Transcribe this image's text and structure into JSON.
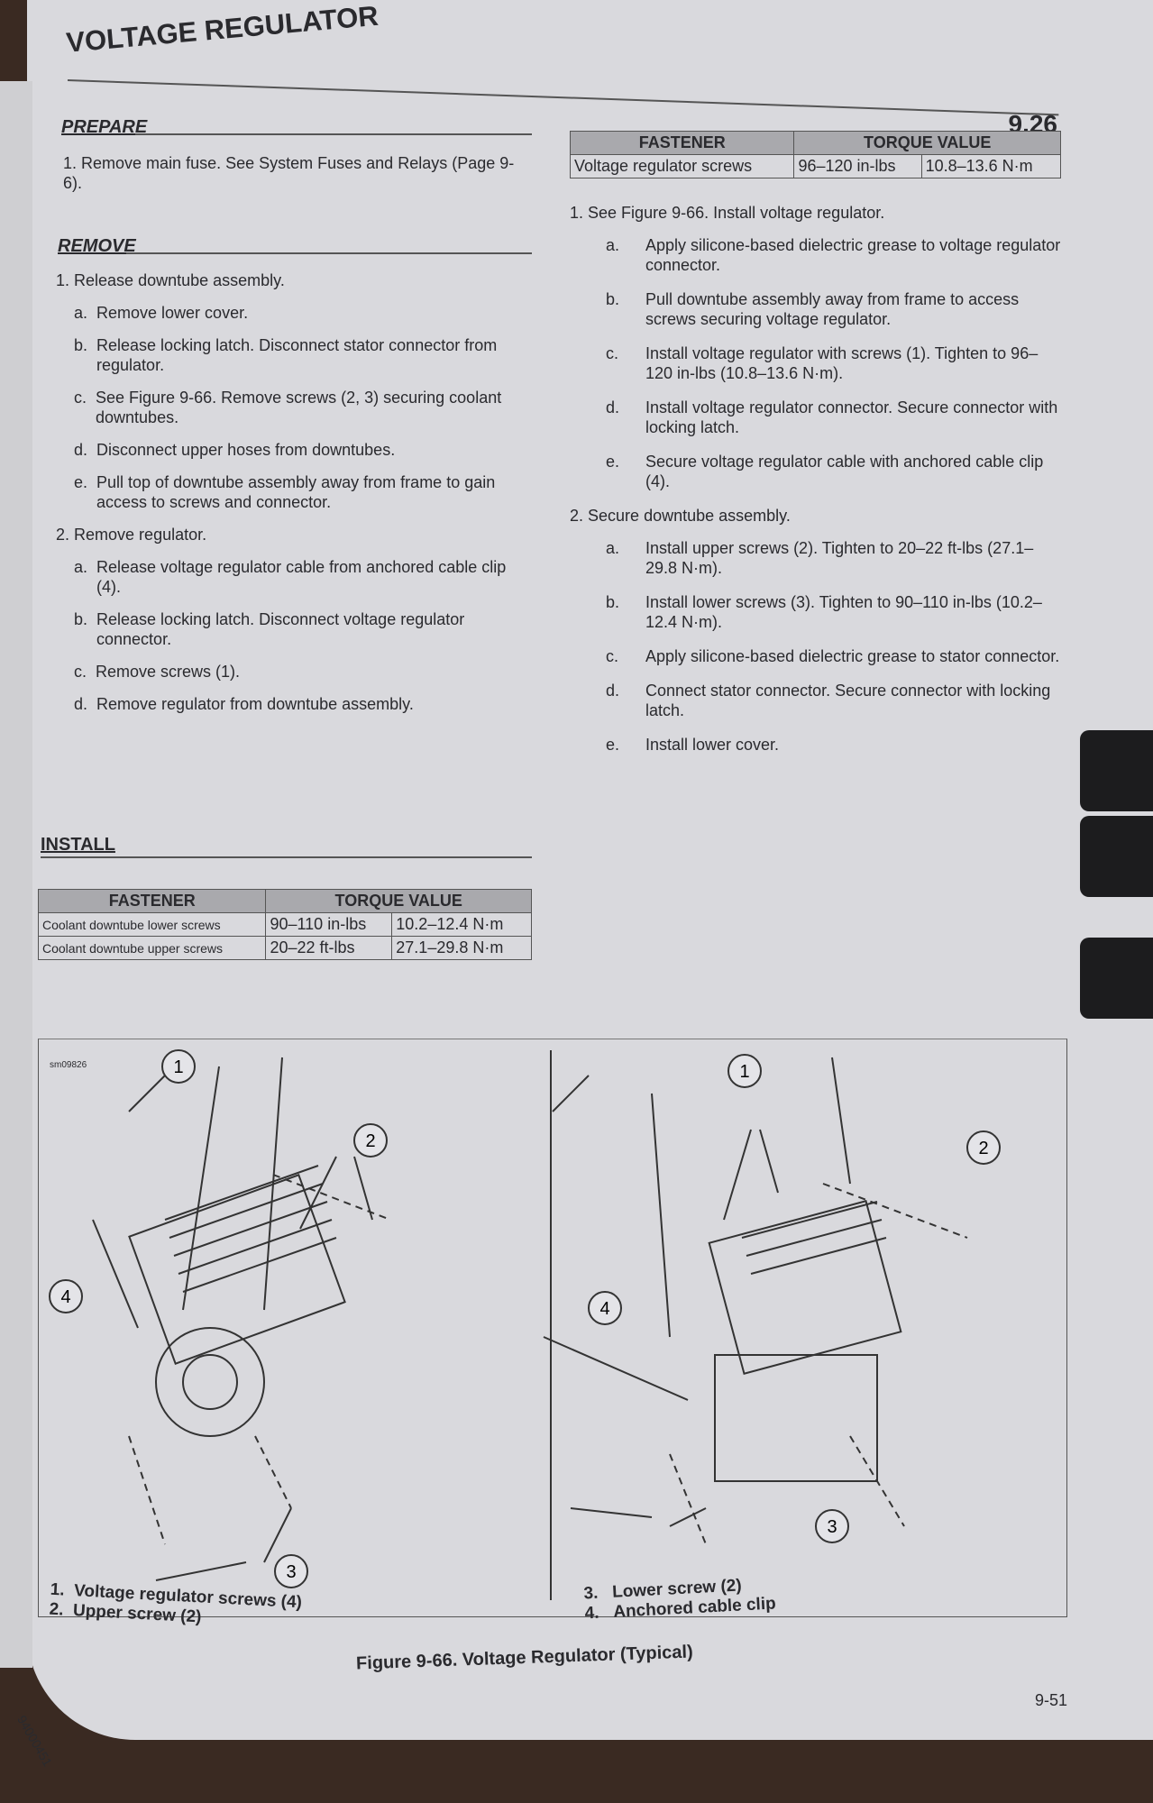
{
  "header": {
    "title": "VOLTAGE REGULATOR",
    "section_number": "9.26"
  },
  "prepare": {
    "heading": "PREPARE",
    "steps": [
      {
        "num": "1.",
        "text": "Remove main fuse. See System Fuses and Relays (Page 9-6)."
      }
    ]
  },
  "remove": {
    "heading": "REMOVE",
    "steps": [
      {
        "num": "1.",
        "text": "Release downtube assembly.",
        "subs": [
          {
            "lbl": "a.",
            "text": "Remove lower cover."
          },
          {
            "lbl": "b.",
            "text": "Release locking latch. Disconnect stator connector from regulator."
          },
          {
            "lbl": "c.",
            "text": "See Figure 9-66. Remove screws (2, 3) securing coolant downtubes."
          },
          {
            "lbl": "d.",
            "text": "Disconnect upper hoses from downtubes."
          },
          {
            "lbl": "e.",
            "text": "Pull top of downtube assembly away from frame to gain access to screws and connector."
          }
        ]
      },
      {
        "num": "2.",
        "text": "Remove regulator.",
        "subs": [
          {
            "lbl": "a.",
            "text": "Release voltage regulator cable from anchored cable clip (4)."
          },
          {
            "lbl": "b.",
            "text": "Release locking latch. Disconnect voltage regulator connector."
          },
          {
            "lbl": "c.",
            "text": "Remove screws (1)."
          },
          {
            "lbl": "d.",
            "text": "Remove regulator from downtube assembly."
          }
        ]
      }
    ]
  },
  "install": {
    "heading": "INSTALL",
    "torque_table": {
      "headers": [
        "FASTENER",
        "TORQUE VALUE"
      ],
      "rows": [
        [
          "Coolant downtube lower screws",
          "90–110 in-lbs",
          "10.2–12.4 N·m"
        ],
        [
          "Coolant downtube upper screws",
          "20–22 ft-lbs",
          "27.1–29.8 N·m"
        ]
      ]
    },
    "regulator_table": {
      "headers": [
        "FASTENER",
        "TORQUE VALUE"
      ],
      "rows": [
        [
          "Voltage regulator screws",
          "96–120 in-lbs",
          "10.8–13.6 N·m"
        ]
      ]
    },
    "steps": [
      {
        "num": "1.",
        "text": "See Figure 9-66. Install voltage regulator.",
        "subs": [
          {
            "lbl": "a.",
            "text": "Apply silicone-based dielectric grease to voltage regulator connector."
          },
          {
            "lbl": "b.",
            "text": "Pull downtube assembly away from frame to access screws securing voltage regulator."
          },
          {
            "lbl": "c.",
            "text": "Install voltage regulator with screws (1). Tighten to 96–120 in-lbs (10.8–13.6 N·m)."
          },
          {
            "lbl": "d.",
            "text": "Install voltage regulator connector. Secure connector with locking latch."
          },
          {
            "lbl": "e.",
            "text": "Secure voltage regulator cable with anchored cable clip (4)."
          }
        ]
      },
      {
        "num": "2.",
        "text": "Secure downtube assembly.",
        "subs": [
          {
            "lbl": "a.",
            "text": "Install upper screws (2). Tighten to 20–22 ft-lbs (27.1–29.8 N·m)."
          },
          {
            "lbl": "b.",
            "text": "Install lower screws (3). Tighten to 90–110 in-lbs (10.2–12.4 N·m)."
          },
          {
            "lbl": "c.",
            "text": "Apply silicone-based dielectric grease to stator connector."
          },
          {
            "lbl": "d.",
            "text": "Connect stator connector. Secure connector with locking latch."
          },
          {
            "lbl": "e.",
            "text": "Install lower cover."
          }
        ]
      }
    ]
  },
  "figure": {
    "id": "sm09826",
    "callouts": [
      "1",
      "2",
      "3",
      "4"
    ],
    "legend": [
      {
        "num": "1.",
        "text": "Voltage regulator screws (4)"
      },
      {
        "num": "2.",
        "text": "Upper screw (2)"
      },
      {
        "num": "3.",
        "text": "Lower screw (2)"
      },
      {
        "num": "4.",
        "text": "Anchored cable clip"
      }
    ],
    "caption": "Figure 9-66. Voltage Regulator (Typical)"
  },
  "footer": {
    "page_number": "9-51",
    "doc_number": "94000451"
  }
}
